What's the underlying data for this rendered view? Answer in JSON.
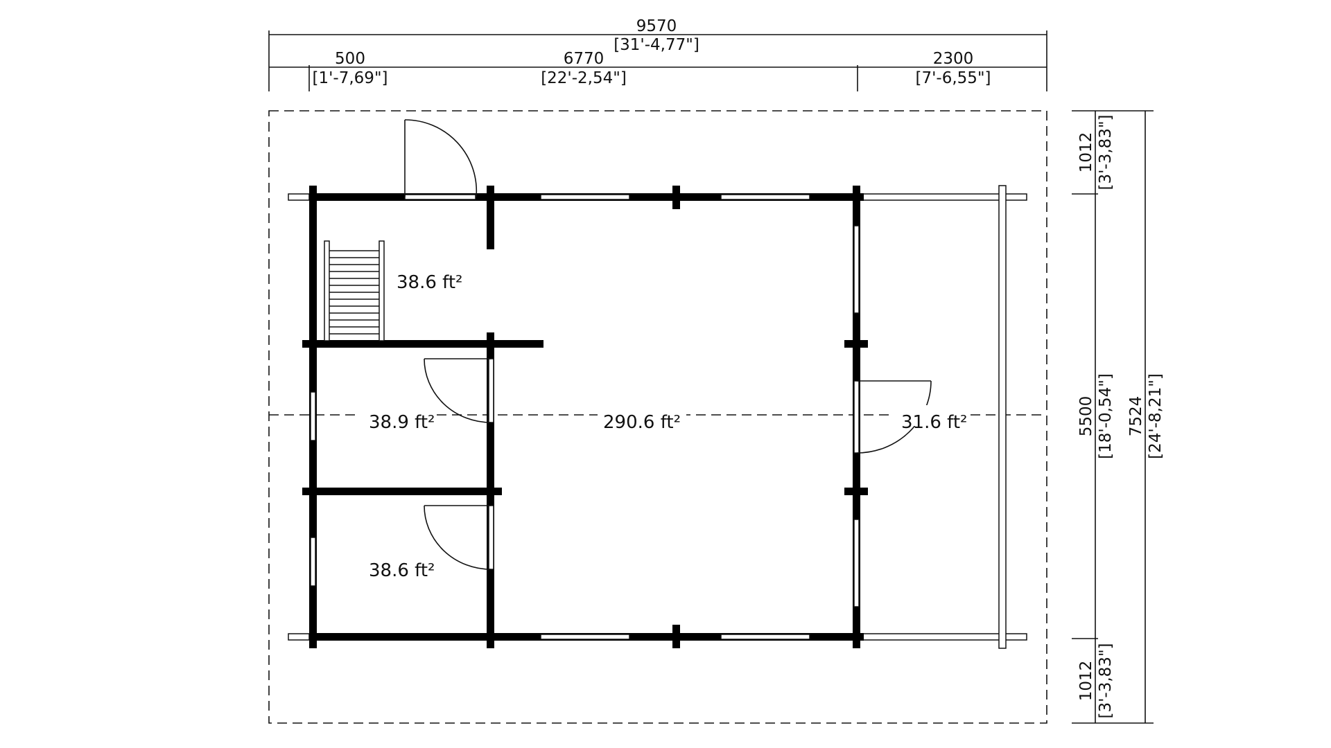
{
  "colors": {
    "wall": "#000000",
    "line": "#111111",
    "background": "#ffffff"
  },
  "dimensions": {
    "overall_width": {
      "mm": "9570",
      "imperial": "[31'-4,77\"]"
    },
    "seg_left": {
      "mm": "500",
      "imperial": "[1'-7,69\"]"
    },
    "seg_middle": {
      "mm": "6770",
      "imperial": "[22'-2,54\"]"
    },
    "seg_right": {
      "mm": "2300",
      "imperial": "[7'-6,55\"]"
    },
    "top_overhang": {
      "mm": "1012",
      "imperial": "[3'-3,83\"]"
    },
    "house_depth": {
      "mm": "5500",
      "imperial": "[18'-0,54\"]"
    },
    "bottom_overhang": {
      "mm": "1012",
      "imperial": "[3'-3,83\"]"
    },
    "overall_depth": {
      "mm": "7524",
      "imperial": "[24'-8,21\"]"
    }
  },
  "rooms": [
    {
      "id": "stair-room",
      "area": "38.6 ft²"
    },
    {
      "id": "middle-left-room",
      "area": "38.9 ft²"
    },
    {
      "id": "bottom-left-room",
      "area": "38.6 ft²"
    },
    {
      "id": "main-room",
      "area": "290.6 ft²"
    },
    {
      "id": "terrace",
      "area": "31.6 ft²"
    }
  ]
}
